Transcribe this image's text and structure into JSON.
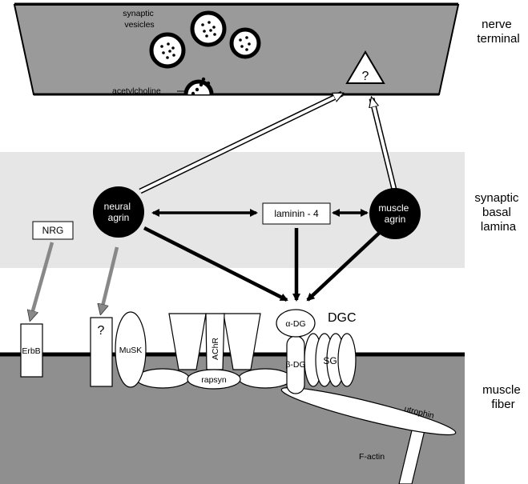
{
  "regions": {
    "nerve_terminal": [
      "nerve",
      "terminal"
    ],
    "basal_lamina": [
      "synaptic",
      "basal",
      "lamina"
    ],
    "muscle_fiber": [
      "muscle",
      "fiber"
    ]
  },
  "nerve": {
    "synaptic_vesicles": [
      "synaptic",
      "vesicles"
    ],
    "acetylcholine": "acetylcholine",
    "unknown_receptor": "?"
  },
  "lamina": {
    "neural_agrin": [
      "neural",
      "agrin"
    ],
    "muscle_agrin": [
      "muscle",
      "agrin"
    ],
    "laminin": "laminin - 4",
    "nrg": "NRG"
  },
  "membrane": {
    "erbb": "ErbB",
    "unknown": "?",
    "musk": "MuSK",
    "achr": "AChR",
    "rapsyn": "rapsyn",
    "alpha_dg": "α-DG",
    "beta_dg": "β-DG",
    "dgc": "DGC",
    "sg": "SG",
    "utrophin": "utrophin",
    "f_actin": "F-actin"
  },
  "colors": {
    "nerve_fill": "#9a9a9a",
    "lamina_fill": "#e6e6e6",
    "muscle_fill": "#8f8f8f",
    "gray_arrow": "#888888",
    "black": "#000000",
    "white": "#ffffff"
  }
}
